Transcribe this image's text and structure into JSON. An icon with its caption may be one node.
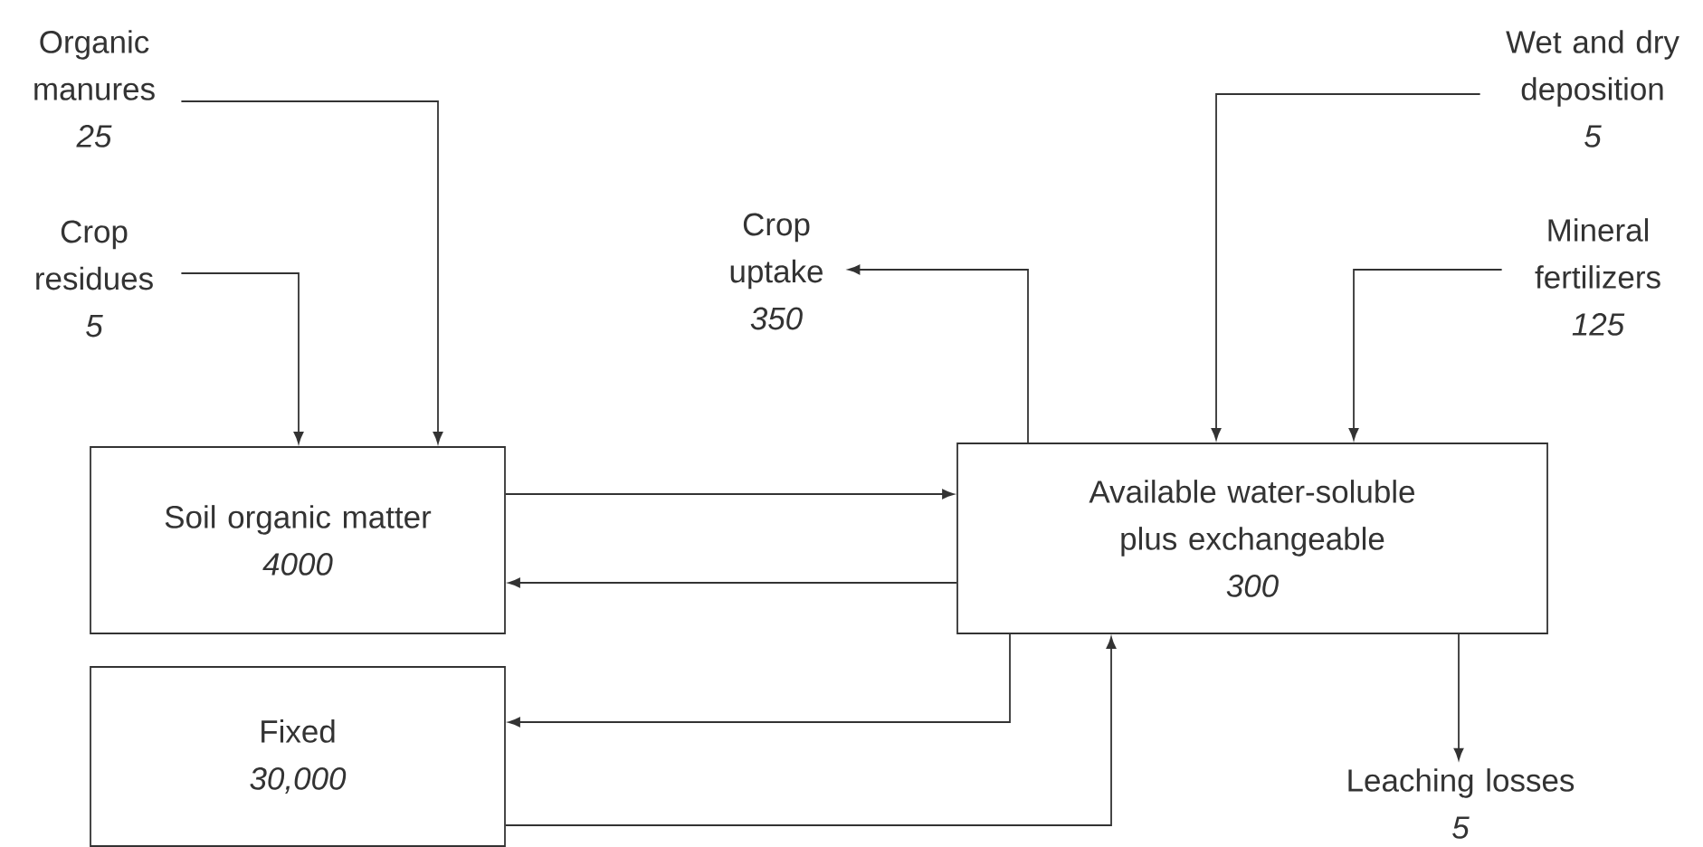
{
  "diagram": {
    "nodes": [
      {
        "text": [
          "Organic manures",
          "25"
        ]
      },
      {
        "text": [
          "Crop residues",
          "5"
        ]
      },
      {
        "text": [
          "Crop uptake",
          "350"
        ]
      },
      {
        "text": [
          "Wet and dry deposition",
          "5"
        ]
      },
      {
        "text": [
          "Mineral fertilizers",
          "125"
        ]
      },
      {
        "text": [
          "Soil organic matter",
          "4000"
        ]
      },
      {
        "text": [
          "Available water-soluble plus exchangeable",
          "300"
        ]
      },
      {
        "text": [
          "Fixed",
          "30,000"
        ]
      },
      {
        "text": [
          "Leaching losses",
          "5"
        ]
      }
    ],
    "edges": [
      {
        "from": 0,
        "to": 5,
        "arrow": "to"
      },
      {
        "from": 1,
        "to": 5,
        "arrow": "to"
      },
      {
        "from": 6,
        "to": 2,
        "arrow": "to"
      },
      {
        "from": 3,
        "to": 6,
        "arrow": "to"
      },
      {
        "from": 4,
        "to": 6,
        "arrow": "to"
      },
      {
        "from": 5,
        "to": 6,
        "arrow": "to"
      },
      {
        "from": 6,
        "to": 5,
        "arrow": "to"
      },
      {
        "from": 6,
        "to": 7,
        "arrow": "to"
      },
      {
        "from": 7,
        "to": 6,
        "arrow": "to"
      },
      {
        "from": 6,
        "to": 8,
        "arrow": "to"
      }
    ]
  }
}
